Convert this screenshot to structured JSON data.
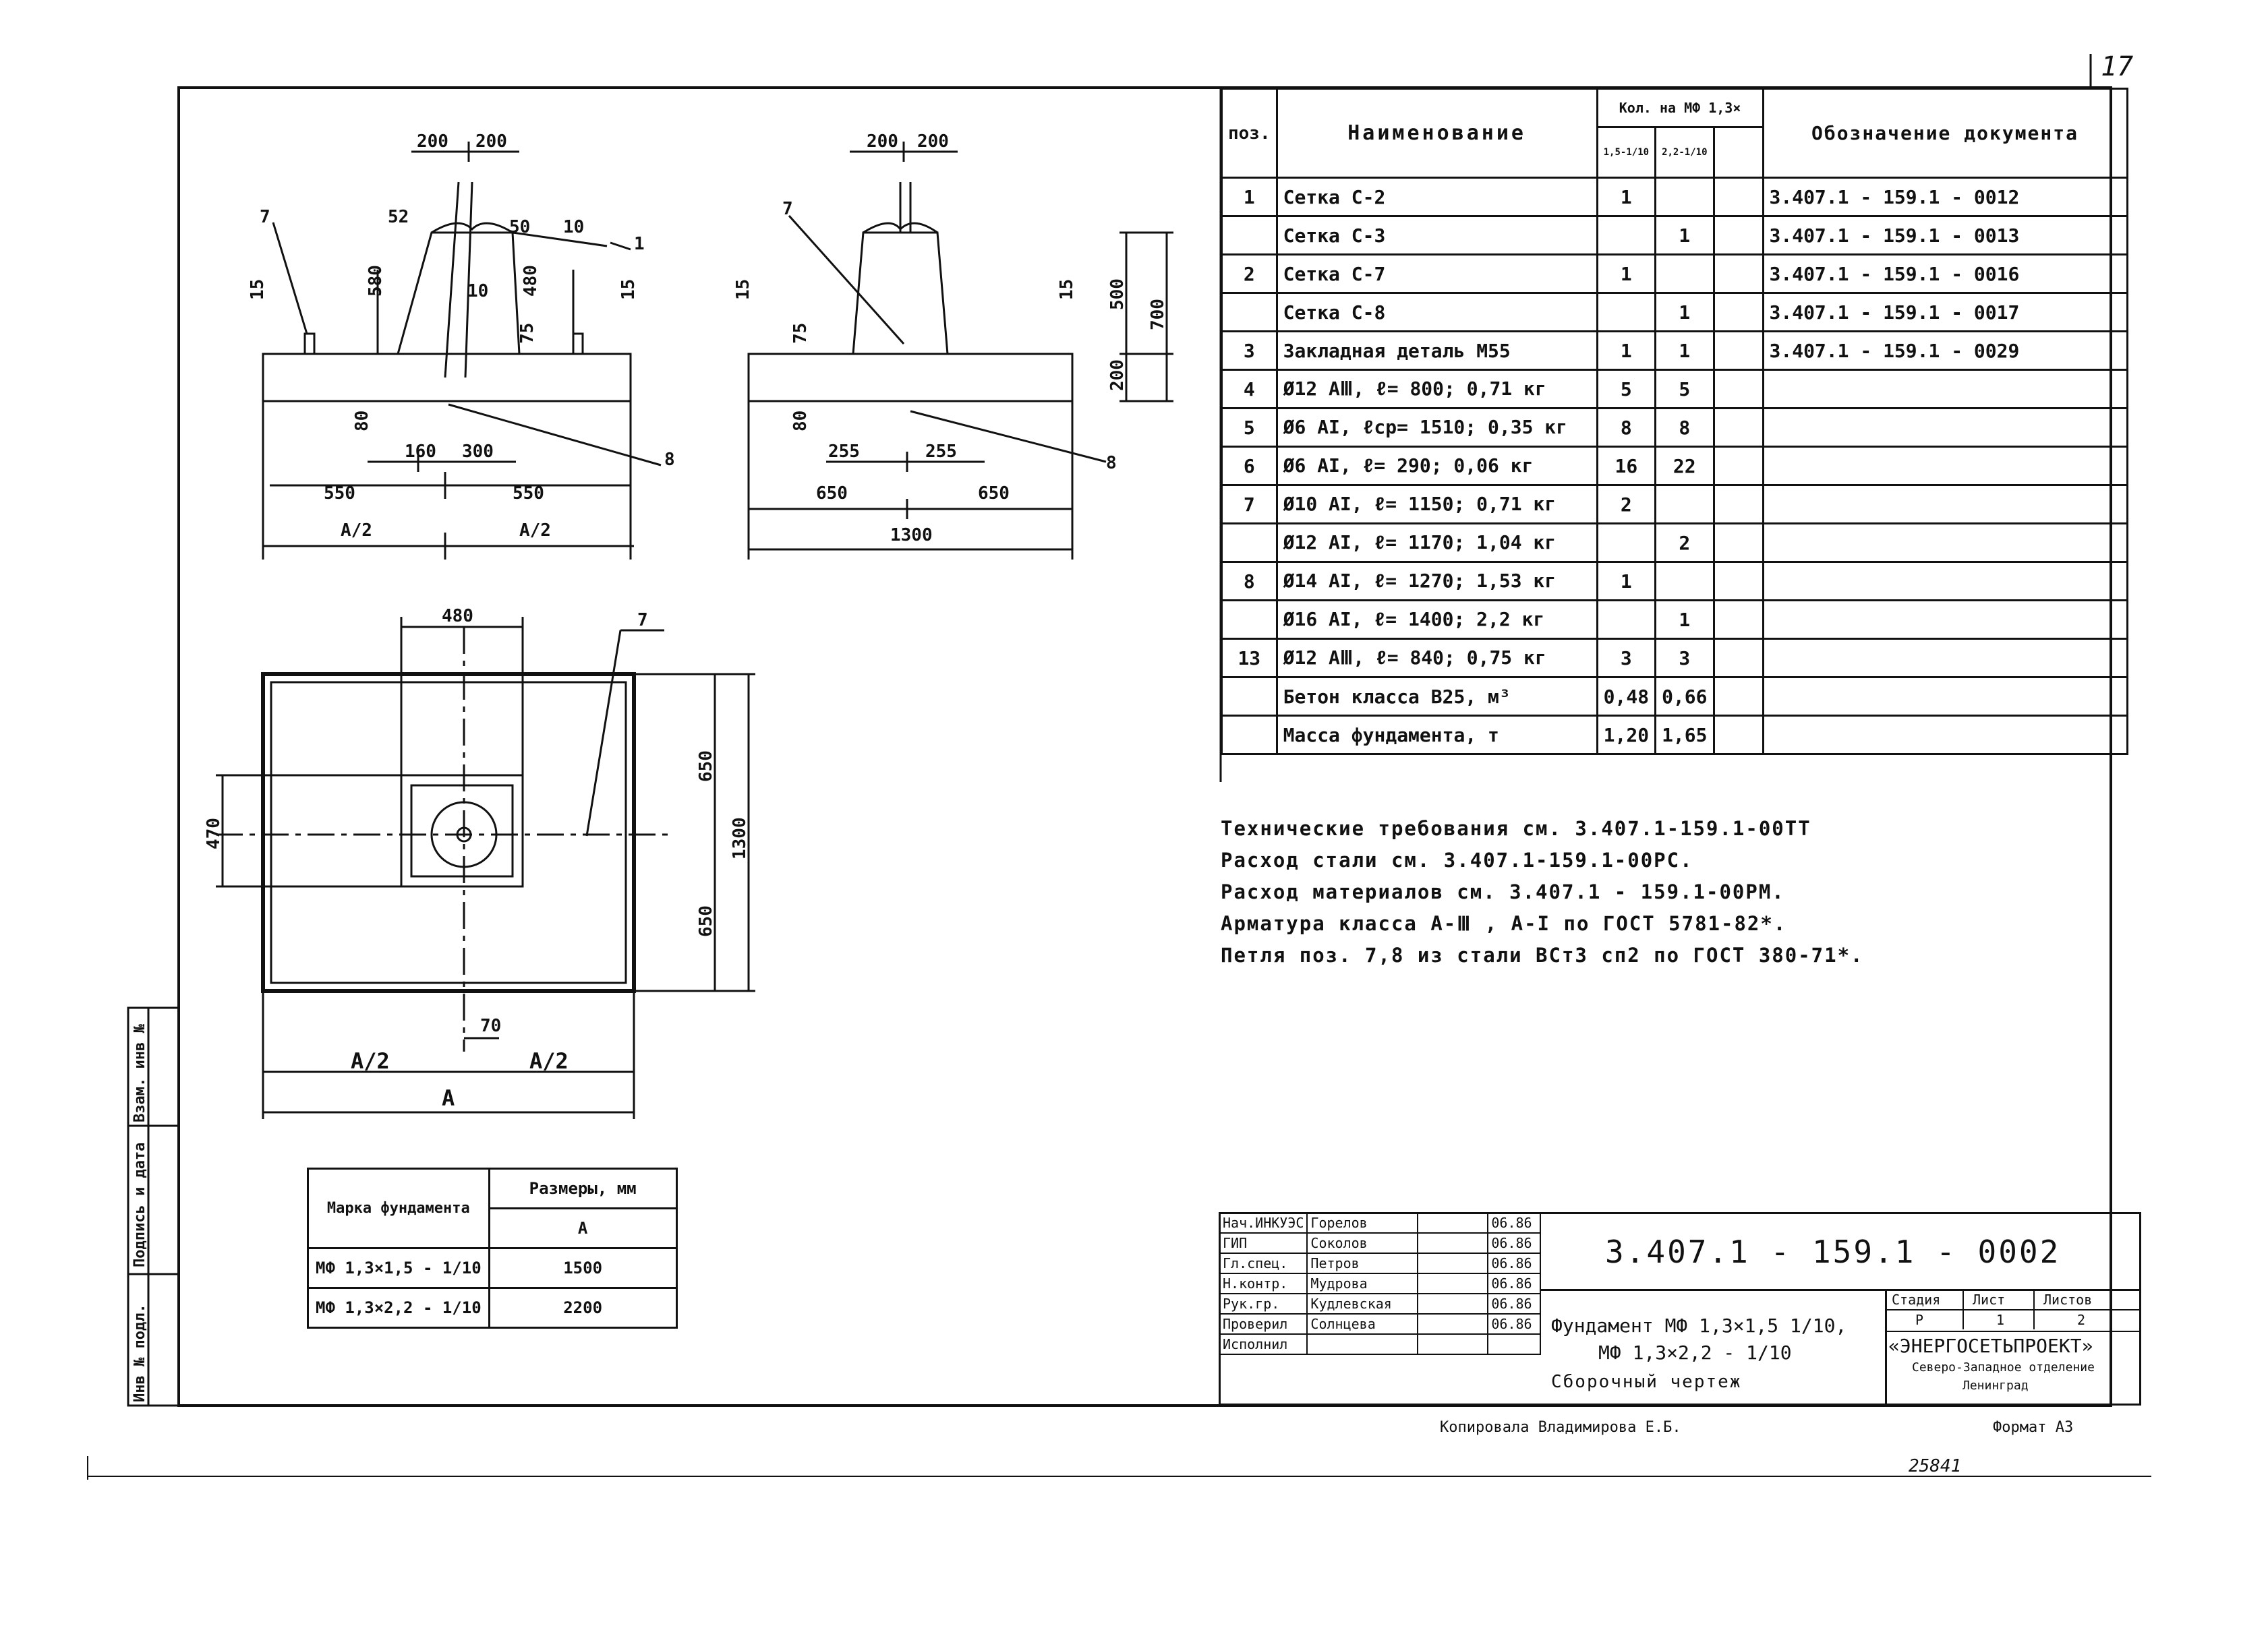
{
  "page_number": "17",
  "views": {
    "front": {
      "dims_top": [
        "200",
        "200"
      ],
      "dims_left": [
        "580",
        "15",
        "80"
      ],
      "dims_right": [
        "480",
        "15",
        "75"
      ],
      "small_labels": [
        "52",
        "50",
        "10",
        "10"
      ],
      "bottom_dims": [
        "160",
        "300",
        "550",
        "550"
      ],
      "halves": [
        "A/2",
        "A/2"
      ],
      "callouts": [
        "7",
        "1",
        "8"
      ]
    },
    "side": {
      "dims_top": [
        "200",
        "200"
      ],
      "dims_left": [
        "15",
        "75",
        "80"
      ],
      "dims_right": [
        "15",
        "500",
        "700",
        "200"
      ],
      "bottom_dims": [
        "255",
        "255",
        "650",
        "650",
        "1300"
      ],
      "callouts": [
        "7",
        "8"
      ]
    },
    "plan": {
      "top_dim": "480",
      "callout": "7",
      "right_dims": [
        "650",
        "1300",
        "650"
      ],
      "left_dim": "470",
      "offset_dim": "70",
      "halves": [
        "A/2",
        "A/2"
      ],
      "overall": "A"
    }
  },
  "spec_table": {
    "headers": {
      "pos": "поз.",
      "name": "Наименование",
      "qty": "Кол. на МФ 1,3×",
      "qty1": "1,5-1/10",
      "qty2": "2,2-1/10",
      "doc": "Обозначение документа"
    },
    "rows": [
      {
        "pos": "1",
        "name": "Сетка        С-2",
        "q1": "1",
        "q2": "",
        "doc": "3.407.1 - 159.1 - 0012"
      },
      {
        "pos": "",
        "name": "Сетка        С-3",
        "q1": "",
        "q2": "1",
        "doc": "3.407.1 - 159.1 - 0013"
      },
      {
        "pos": "2",
        "name": "Сетка        С-7",
        "q1": "1",
        "q2": "",
        "doc": "3.407.1 - 159.1 - 0016"
      },
      {
        "pos": "",
        "name": "Сетка        С-8",
        "q1": "",
        "q2": "1",
        "doc": "3.407.1 - 159.1 - 0017"
      },
      {
        "pos": "3",
        "name": "Закладная деталь М55",
        "q1": "1",
        "q2": "1",
        "doc": "3.407.1 - 159.1 - 0029"
      },
      {
        "pos": "4",
        "name": "Ø12 АⅢ,  ℓ= 800;    0,71 кг",
        "q1": "5",
        "q2": "5",
        "doc": ""
      },
      {
        "pos": "5",
        "name": "Ø6 АI,  ℓср= 1510; 0,35 кг",
        "q1": "8",
        "q2": "8",
        "doc": ""
      },
      {
        "pos": "6",
        "name": "Ø6 АI,  ℓ= 290;    0,06 кг",
        "q1": "16",
        "q2": "22",
        "doc": ""
      },
      {
        "pos": "7",
        "name": "Ø10 АI,  ℓ= 1150;  0,71 кг",
        "q1": "2",
        "q2": "",
        "doc": ""
      },
      {
        "pos": "",
        "name": "Ø12 АI,  ℓ= 1170;  1,04 кг",
        "q1": "",
        "q2": "2",
        "doc": ""
      },
      {
        "pos": "8",
        "name": "Ø14 АI,  ℓ= 1270;  1,53 кг",
        "q1": "1",
        "q2": "",
        "doc": ""
      },
      {
        "pos": "",
        "name": "Ø16 АI,  ℓ= 1400;  2,2 кг",
        "q1": "",
        "q2": "1",
        "doc": ""
      },
      {
        "pos": "13",
        "name": "Ø12 АⅢ,  ℓ= 840;   0,75 кг",
        "q1": "3",
        "q2": "3",
        "doc": ""
      },
      {
        "pos": "",
        "name": "Бетон класса В25, м³",
        "q1": "0,48",
        "q2": "0,66",
        "doc": ""
      },
      {
        "pos": "",
        "name": "Масса фундамента, т",
        "q1": "1,20",
        "q2": "1,65",
        "doc": ""
      }
    ]
  },
  "notes": [
    "Технические требования   см. 3.407.1-159.1-00ТТ",
    "Расход  стали  см. 3.407.1-159.1-00РС.",
    "Расход  материалов   см. 3.407.1 - 159.1-00РМ.",
    "Арматура  класса  А-Ⅲ , А-I  по ГОСТ 5781-82*.",
    "Петля  поз. 7,8  из  стали  ВСт3 сп2  по ГОСТ 380-71*."
  ],
  "marks_table": {
    "col1_header": "Марка фундамента",
    "col2_header": "Размеры, мм",
    "col2_sub": "А",
    "rows": [
      {
        "mark": "МФ 1,3×1,5 - 1/10",
        "a": "1500"
      },
      {
        "mark": "МФ 1,3×2,2 - 1/10",
        "a": "2200"
      }
    ]
  },
  "side_stamp": [
    "Инв № подл.",
    "Подпись и дата",
    "Взам. инв №"
  ],
  "title_block": {
    "doc_code": "3.407.1 - 159.1 - 0002",
    "roles": [
      {
        "role": "Нач.ИНКУЭС",
        "name": "Горелов",
        "date": "06.86"
      },
      {
        "role": "ГИП",
        "name": "Соколов",
        "date": "06.86"
      },
      {
        "role": "Гл.спец.",
        "name": "Петров",
        "date": "06.86"
      },
      {
        "role": "Н.контр.",
        "name": "Мудрова",
        "date": "06.86"
      },
      {
        "role": "Рук.гр.",
        "name": "Кудлевская",
        "date": "06.86"
      },
      {
        "role": "Проверил",
        "name": "Солнцева",
        "date": "06.86"
      },
      {
        "role": "Исполнил",
        "name": "",
        "date": ""
      }
    ],
    "name_line1": "Фундамент  МФ 1,3×1,5 1/10,",
    "name_line2": "МФ 1,3×2,2 - 1/10",
    "name_line3": "Сборочный   чертеж",
    "stage_label": "Стадия",
    "sheet_label": "Лист",
    "sheets_label": "Листов",
    "stage": "Р",
    "sheet": "1",
    "sheets": "2",
    "org": "«ЭНЕРГОСЕТЬПРОЕКТ»",
    "org_sub": "Северо-Западное отделение",
    "org_city": "Ленинград"
  },
  "copied_by": "Копировала  Владимирова Е.Б.",
  "format": "Формат А3",
  "bottom_note": "25841"
}
